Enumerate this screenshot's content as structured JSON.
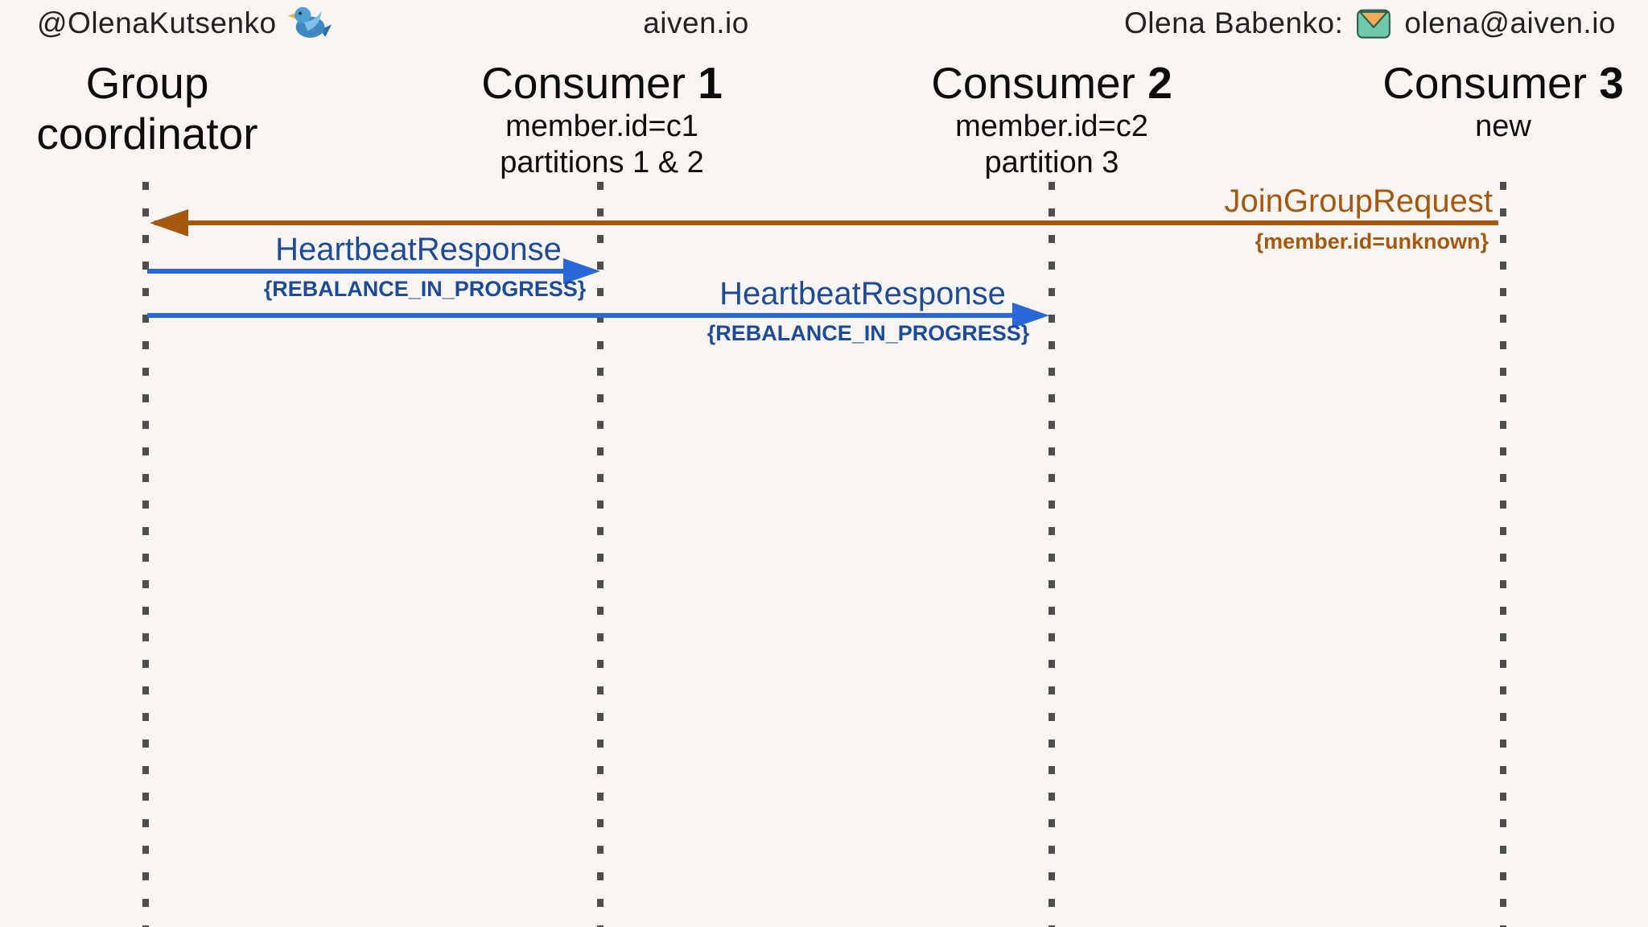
{
  "colors": {
    "background": "#faf5f2",
    "header_text": "#222222",
    "actor_text": "#0c0c0c",
    "brown_accent": "#a4590f",
    "blue_line": "#2966d8",
    "blue_text": "#1c4b9a",
    "lifeline_dot": "#4e4e4e"
  },
  "header": {
    "twitter_handle": "@OlenaKutsenko",
    "twitter_icon": "twitter-bird",
    "site": "aiven.io",
    "contact_name": "Olena Babenko:",
    "email_icon": "envelope",
    "email": "olena@aiven.io"
  },
  "actors": [
    {
      "title_line1": "Group",
      "title_line2": "coordinator"
    },
    {
      "title": "Consumer",
      "number": "1",
      "sub1": "member.id=c1",
      "sub2": "partitions 1 & 2"
    },
    {
      "title": "Consumer",
      "number": "2",
      "sub1": "member.id=c2",
      "sub2": "partition 3"
    },
    {
      "title": "Consumer",
      "number": "3",
      "sub1": "new"
    }
  ],
  "messages": [
    {
      "label": "JoinGroupRequest",
      "sublabel": "{member.id=unknown}",
      "from": "Consumer 3",
      "to": "Group coordinator",
      "direction": "right-to-left",
      "color": "#a4590f"
    },
    {
      "label": "HeartbeatResponse",
      "sublabel": "{REBALANCE_IN_PROGRESS}",
      "from": "Group coordinator",
      "to": "Consumer 1",
      "direction": "left-to-right",
      "color": "#2966d8"
    },
    {
      "label": "HeartbeatResponse",
      "sublabel": "{REBALANCE_IN_PROGRESS}",
      "from": "Group coordinator",
      "to": "Consumer 2",
      "direction": "left-to-right",
      "color": "#2966d8"
    }
  ]
}
